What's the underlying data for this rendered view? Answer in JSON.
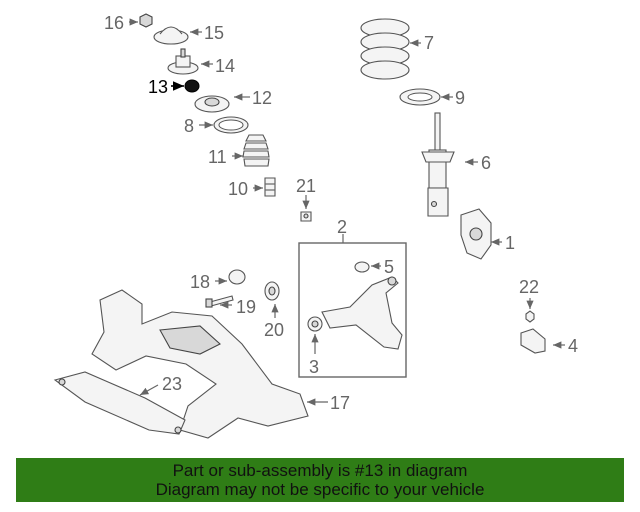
{
  "callouts": {
    "c1": "1",
    "c2": "2",
    "c3": "3",
    "c4": "4",
    "c5": "5",
    "c6": "6",
    "c7": "7",
    "c8": "8",
    "c9": "9",
    "c10": "10",
    "c11": "11",
    "c12": "12",
    "c13": "13",
    "c14": "14",
    "c15": "15",
    "c16": "16",
    "c17": "17",
    "c18": "18",
    "c19": "19",
    "c20": "20",
    "c21": "21",
    "c22": "22",
    "c23": "23"
  },
  "highlighted_part": "13",
  "banner": {
    "line1": "Part or sub-assembly is #13 in diagram",
    "line2": "Diagram may not be specific to your vehicle",
    "color": "#2f7d16"
  }
}
